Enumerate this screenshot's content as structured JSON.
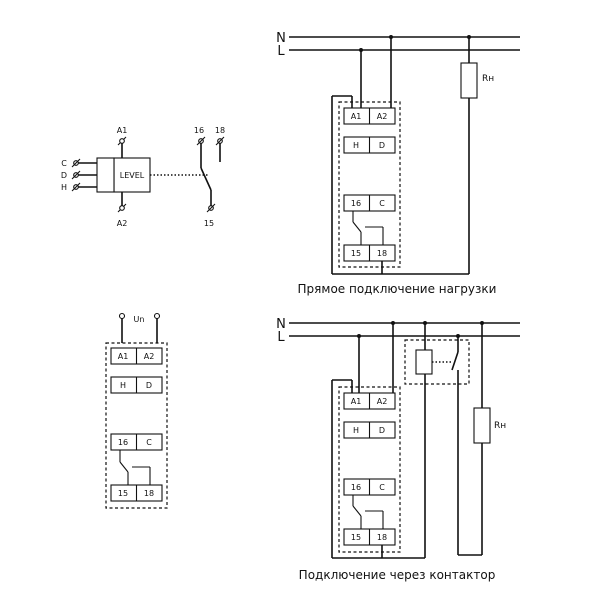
{
  "symbol": {
    "a1": "A1",
    "a2": "A2",
    "c": "C",
    "d": "D",
    "h": "H",
    "box_label": "LEVEL",
    "t16": "16",
    "t18": "18",
    "t15": "15"
  },
  "device": {
    "un": "Un",
    "a1": "A1",
    "a2": "A2",
    "h": "H",
    "d": "D",
    "t16": "16",
    "c": "C",
    "t15": "15",
    "t18": "18"
  },
  "direct": {
    "n": "N",
    "l": "L",
    "load": "Rн",
    "a1": "A1",
    "a2": "A2",
    "h": "H",
    "d": "D",
    "t16": "16",
    "c": "C",
    "t15": "15",
    "t18": "18",
    "caption": "Прямое подключение нагрузки"
  },
  "contactor": {
    "n": "N",
    "l": "L",
    "load": "Rн",
    "a1": "A1",
    "a2": "A2",
    "h": "H",
    "d": "D",
    "t16": "16",
    "c": "C",
    "t15": "15",
    "t18": "18",
    "caption": "Подключение  через  контактор"
  }
}
